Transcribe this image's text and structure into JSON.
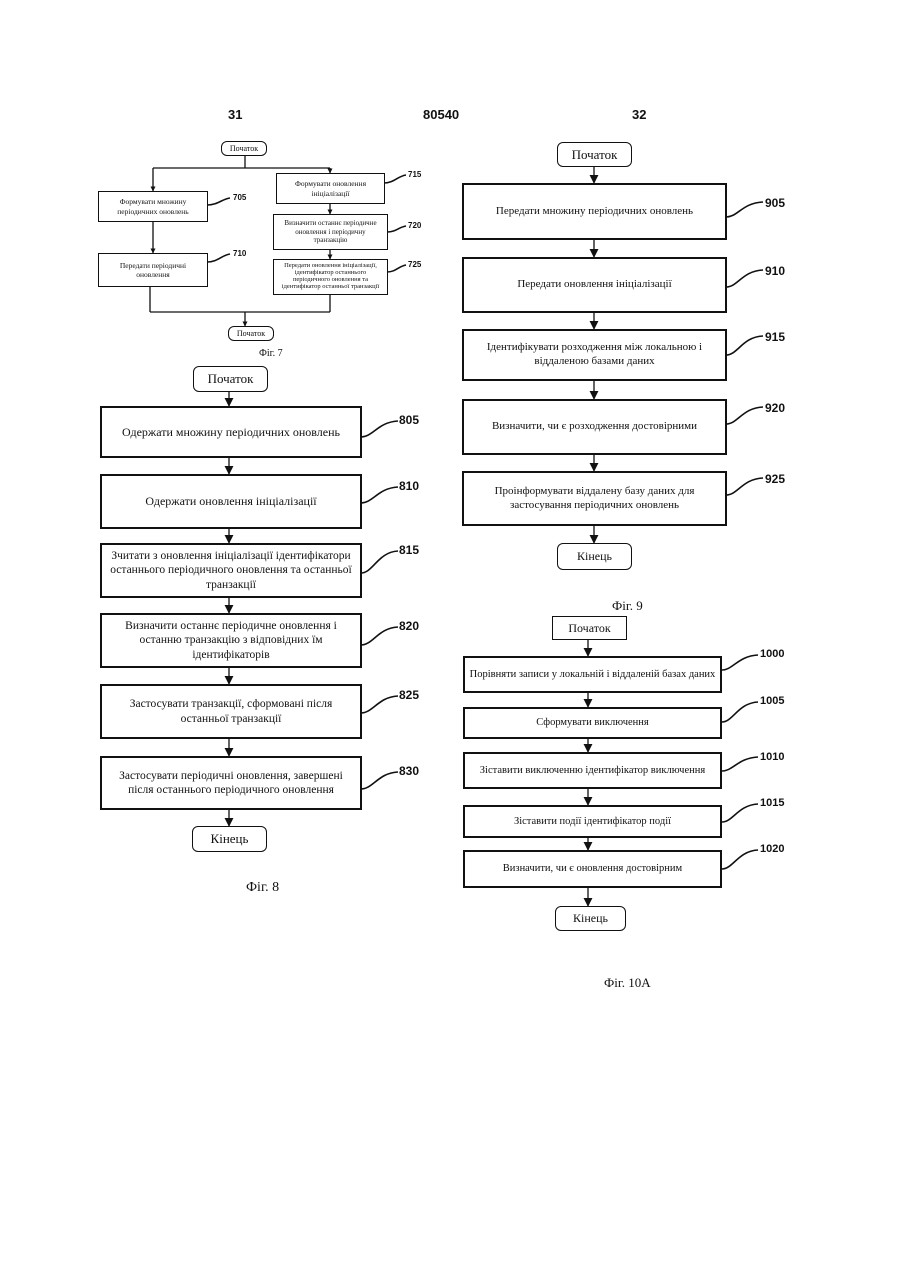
{
  "header": {
    "left_page": "31",
    "center": "80540",
    "right_page": "32"
  },
  "fig7": {
    "caption": "Фіг. 7",
    "start": "Початок",
    "end": "Початок",
    "steps": [
      {
        "ref": "705",
        "text": "Формувати множину періодичних оновлень"
      },
      {
        "ref": "710",
        "text": "Передати періодичні оновлення"
      },
      {
        "ref": "715",
        "text": "Формувати оновлення ініціалізації"
      },
      {
        "ref": "720",
        "text": "Визначити останнє періодичне оновлення і періодичну транзакцію"
      },
      {
        "ref": "725",
        "text": "Передати оновлення ініціалізації, ідентифікатор останнього періодичного оновлення та ідентифікатор останньої транзакції"
      }
    ]
  },
  "fig8": {
    "caption": "Фіг. 8",
    "start": "Початок",
    "end": "Кінець",
    "steps": [
      {
        "ref": "805",
        "text": "Одержати множину періодичних оновлень"
      },
      {
        "ref": "810",
        "text": "Одержати оновлення ініціалізації"
      },
      {
        "ref": "815",
        "text": "Зчитати з оновлення ініціалізації ідентифікатори останнього періодичного оновлення та останньої транзакції"
      },
      {
        "ref": "820",
        "text": "Визначити останнє періодичне оновлення і останню транзакцію з відповідних їм ідентифікаторів"
      },
      {
        "ref": "825",
        "text": "Застосувати транзакції, сформовані після останньої транзакції"
      },
      {
        "ref": "830",
        "text": "Застосувати періодичні оновлення, завершені після останнього періодичного оновлення"
      }
    ]
  },
  "fig9": {
    "caption": "Фіг. 9",
    "start": "Початок",
    "end": "Кінець",
    "steps": [
      {
        "ref": "905",
        "text": "Передати множину періодичних оновлень"
      },
      {
        "ref": "910",
        "text": "Передати оновлення ініціалізації"
      },
      {
        "ref": "915",
        "text": "Ідентифікувати розходження між локальною і віддаленою базами даних"
      },
      {
        "ref": "920",
        "text": "Визначити, чи є розходження достовірними"
      },
      {
        "ref": "925",
        "text": "Проінформувати віддалену базу даних для застосування періодичних оновлень"
      }
    ]
  },
  "fig10a": {
    "caption": "Фіг. 10A",
    "start": "Початок",
    "end": "Кінець",
    "steps": [
      {
        "ref": "1000",
        "text": "Порівняти записи у локальній і віддаленій базах даних"
      },
      {
        "ref": "1005",
        "text": "Сформувати виключення"
      },
      {
        "ref": "1010",
        "text": "Зіставити виключенню ідентифікатор виключення"
      },
      {
        "ref": "1015",
        "text": "Зіставити події ідентифікатор події"
      },
      {
        "ref": "1020",
        "text": "Визначити, чи є оновлення достовірним"
      }
    ]
  }
}
